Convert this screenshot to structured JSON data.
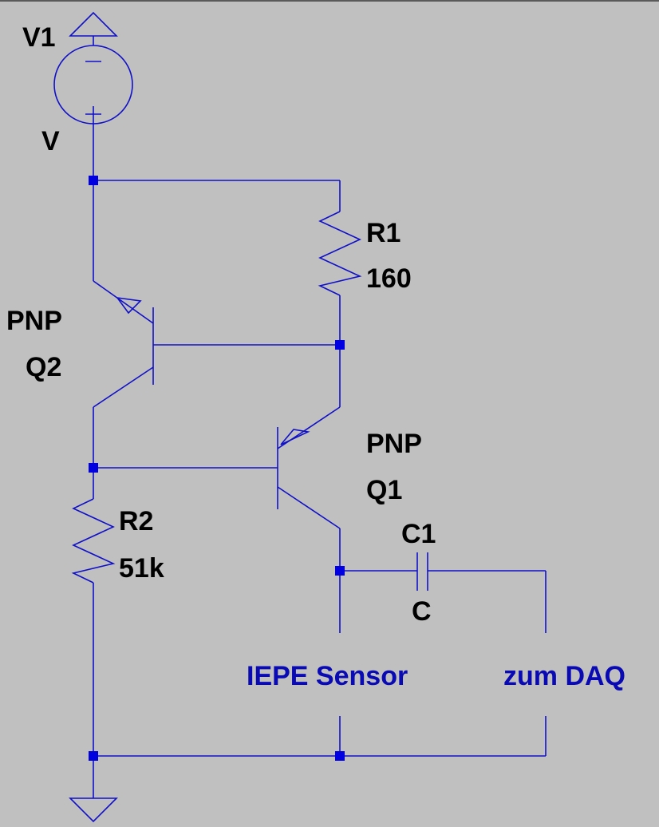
{
  "colors": {
    "background": "#c0c0c0",
    "wire": "#1010c8",
    "node": "#0000e0",
    "label": "#000000",
    "annotation": "#0a0ab4"
  },
  "components": {
    "v1": {
      "name": "V1",
      "value": "V"
    },
    "r1": {
      "name": "R1",
      "value": "160"
    },
    "r2": {
      "name": "R2",
      "value": "51k"
    },
    "q1": {
      "name": "Q1",
      "model": "PNP"
    },
    "q2": {
      "name": "Q2",
      "model": "PNP"
    },
    "c1": {
      "name": "C1",
      "value": "C"
    }
  },
  "annotations": {
    "sensor": "IEPE Sensor",
    "daq": "zum DAQ"
  }
}
